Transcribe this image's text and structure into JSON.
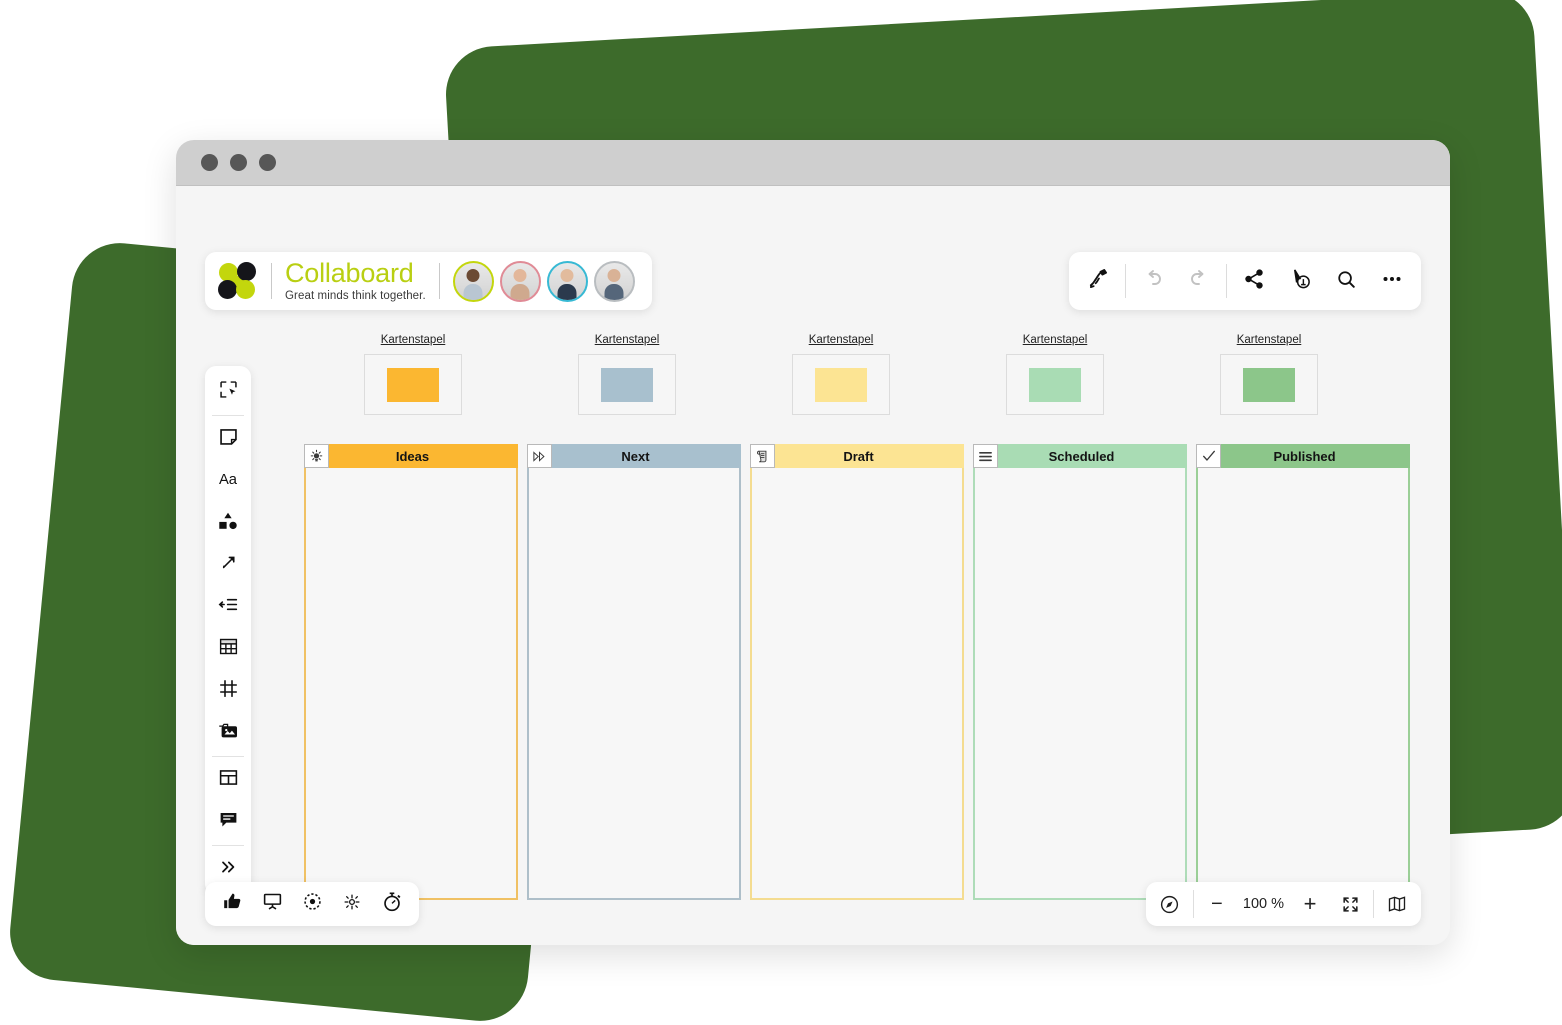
{
  "window": {
    "dots": 3,
    "titlebar_color": "#cfcfcf"
  },
  "brand": {
    "name": "Collaboard",
    "tagline": "Great minds think together.",
    "logo_icon": "collaboard-logo-icon",
    "brand_color": "#b9cf12"
  },
  "collaborators": [
    {
      "name": "avatar-1",
      "ring": "#c3d60d",
      "skin": "#6b4a34",
      "shirt": "#b9c6d2"
    },
    {
      "name": "avatar-2",
      "ring": "#e08b96",
      "skin": "#e3b79a",
      "shirt": "#cfa98e"
    },
    {
      "name": "avatar-3",
      "ring": "#37b9d4",
      "skin": "#e2bb9d",
      "shirt": "#2b3a4d"
    },
    {
      "name": "avatar-4",
      "ring": "#b9bdc0",
      "skin": "#d9b296",
      "shirt": "#55667a"
    }
  ],
  "top_toolbar": [
    {
      "name": "pen-tool-button",
      "icon": "pen-icon",
      "label": "Pen",
      "enabled": true
    },
    {
      "name": "undo-button",
      "icon": "undo-icon",
      "label": "Undo",
      "enabled": false
    },
    {
      "name": "redo-button",
      "icon": "redo-icon",
      "label": "Redo",
      "enabled": false
    },
    {
      "name": "share-button",
      "icon": "share-icon",
      "label": "Share",
      "enabled": true
    },
    {
      "name": "presence-button",
      "icon": "cursor-presence-icon",
      "label": "Participants",
      "enabled": true
    },
    {
      "name": "search-button",
      "icon": "search-icon",
      "label": "Search",
      "enabled": true
    },
    {
      "name": "more-options-button",
      "icon": "more-horizontal-icon",
      "label": "More",
      "enabled": true
    }
  ],
  "left_toolbar": [
    {
      "name": "select-tool",
      "icon": "select-cursor-icon",
      "label": "Select"
    },
    {
      "name": "sticky-note-tool",
      "icon": "sticky-note-icon",
      "label": "Sticky note"
    },
    {
      "name": "text-tool",
      "icon": "text-aa-icon",
      "label": "Text"
    },
    {
      "name": "shapes-tool",
      "icon": "shapes-icon",
      "label": "Shapes"
    },
    {
      "name": "connector-tool",
      "icon": "arrow-connector-icon",
      "label": "Connector"
    },
    {
      "name": "list-tool",
      "icon": "indent-list-icon",
      "label": "List"
    },
    {
      "name": "table-tool",
      "icon": "table-grid-icon",
      "label": "Table"
    },
    {
      "name": "frame-tool",
      "icon": "frame-icon",
      "label": "Frame"
    },
    {
      "name": "media-tool",
      "icon": "image-folder-icon",
      "label": "Media"
    },
    {
      "name": "template-tool",
      "icon": "layout-template-icon",
      "label": "Templates"
    },
    {
      "name": "comment-tool",
      "icon": "comment-icon",
      "label": "Comment"
    },
    {
      "name": "expand-toolbar",
      "icon": "chevron-double-right-icon",
      "label": "More tools"
    }
  ],
  "bottom_left_toolbar": [
    {
      "name": "reactions-button",
      "icon": "thumbs-up-icon",
      "label": "Reactions"
    },
    {
      "name": "presentation-button",
      "icon": "presentation-screen-icon",
      "label": "Presentation"
    },
    {
      "name": "focus-button",
      "icon": "focus-target-icon",
      "label": "Focus"
    },
    {
      "name": "magic-button",
      "icon": "magic-sparkle-icon",
      "label": "Magic"
    },
    {
      "name": "timer-button",
      "icon": "stopwatch-icon",
      "label": "Timer"
    }
  ],
  "zoom_bar": {
    "compass_icon": "compass-icon",
    "zoom_out_label": "−",
    "zoom_level": "100 %",
    "zoom_in_label": "+",
    "fit_icon": "fit-screen-icon",
    "minimap_icon": "map-icon"
  },
  "card_stacks": [
    {
      "label": "Kartenstapel",
      "color": "#fbb731"
    },
    {
      "label": "Kartenstapel",
      "color": "#a8c0ce"
    },
    {
      "label": "Kartenstapel",
      "color": "#fce493"
    },
    {
      "label": "Kartenstapel",
      "color": "#a9dcb4"
    },
    {
      "label": "Kartenstapel",
      "color": "#8cc68a"
    }
  ],
  "board": {
    "columns": [
      {
        "title": "Ideas",
        "icon": "lightbulb-icon",
        "header_color": "#fbb731",
        "border_color": "#f0c164",
        "body_color": "#f7f7f7"
      },
      {
        "title": "Next",
        "icon": "fast-forward-icon",
        "header_color": "#a8c0ce",
        "border_color": "#aebfc9",
        "body_color": "#f7f7f7"
      },
      {
        "title": "Draft",
        "icon": "scroll-icon",
        "header_color": "#fce493",
        "border_color": "#f4dc90",
        "body_color": "#f7f7f7"
      },
      {
        "title": "Scheduled",
        "icon": "list-lines-icon",
        "header_color": "#a9dcb4",
        "border_color": "#aedcb8",
        "body_color": "#f7f7f7"
      },
      {
        "title": "Published",
        "icon": "check-mark-icon",
        "header_color": "#8cc68a",
        "border_color": "#9bcf97",
        "body_color": "#f7f7f7"
      }
    ]
  }
}
